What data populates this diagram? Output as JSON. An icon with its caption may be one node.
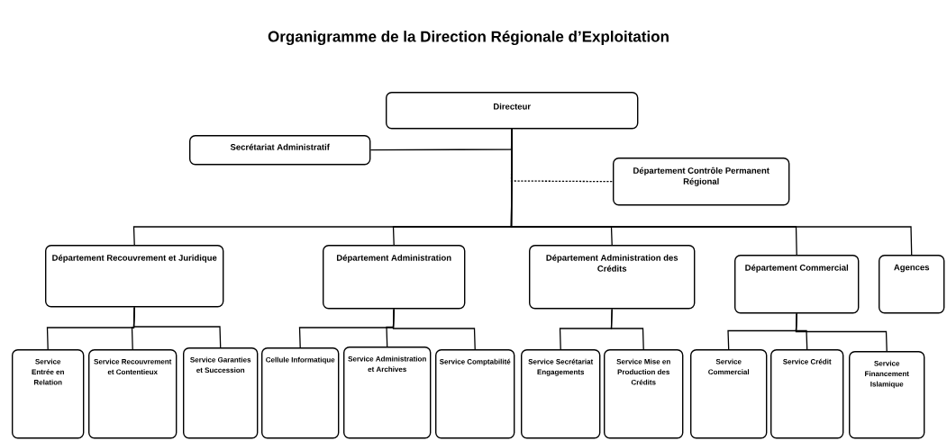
{
  "diagram": {
    "title": "Organigramme de la Direction Régionale d’Exploitation",
    "nodes": [
      {
        "text": [
          "Directeur"
        ]
      },
      {
        "text": [
          "Secrétariat Administratif"
        ]
      },
      {
        "text": [
          "Département Contrôle Permanent Régional"
        ]
      },
      {
        "text": [
          "Département Recouvrement et Juridique"
        ]
      },
      {
        "text": [
          "Département Administration"
        ]
      },
      {
        "text": [
          "Département Administration des Crédits"
        ]
      },
      {
        "text": [
          "Département Commercial"
        ]
      },
      {
        "text": [
          "Agences"
        ]
      },
      {
        "text": [
          "Service Entrée en Relation"
        ]
      },
      {
        "text": [
          "Service Recouvrement et Contentieux"
        ]
      },
      {
        "text": [
          "Service Garanties et Succession"
        ]
      },
      {
        "text": [
          "Cellule Informatique"
        ]
      },
      {
        "text": [
          "Service Administration et Archives"
        ]
      },
      {
        "text": [
          "Service Comptabilité"
        ]
      },
      {
        "text": [
          "Service Secrétariat Engagements"
        ]
      },
      {
        "text": [
          "Service Mise en Production des Crédits"
        ]
      },
      {
        "text": [
          "Service Commercial"
        ]
      },
      {
        "text": [
          "Service Crédit"
        ]
      },
      {
        "text": [
          "Service Financement Islamique"
        ]
      }
    ],
    "edges": [
      {
        "from": 0,
        "to": 1,
        "arrow": "none"
      },
      {
        "from": 0,
        "to": 2,
        "arrow": "none",
        "style": "dashed"
      },
      {
        "from": 0,
        "to": 3,
        "arrow": "none"
      },
      {
        "from": 0,
        "to": 4,
        "arrow": "none"
      },
      {
        "from": 0,
        "to": 5,
        "arrow": "none"
      },
      {
        "from": 0,
        "to": 6,
        "arrow": "none"
      },
      {
        "from": 0,
        "to": 7,
        "arrow": "none"
      },
      {
        "from": 3,
        "to": 8,
        "arrow": "none"
      },
      {
        "from": 3,
        "to": 9,
        "arrow": "none"
      },
      {
        "from": 3,
        "to": 10,
        "arrow": "none"
      },
      {
        "from": 4,
        "to": 11,
        "arrow": "none"
      },
      {
        "from": 4,
        "to": 12,
        "arrow": "none"
      },
      {
        "from": 4,
        "to": 13,
        "arrow": "none"
      },
      {
        "from": 5,
        "to": 14,
        "arrow": "none"
      },
      {
        "from": 5,
        "to": 15,
        "arrow": "none"
      },
      {
        "from": 6,
        "to": 16,
        "arrow": "none"
      },
      {
        "from": 6,
        "to": 17,
        "arrow": "none"
      },
      {
        "from": 6,
        "to": 18,
        "arrow": "none"
      }
    ]
  }
}
